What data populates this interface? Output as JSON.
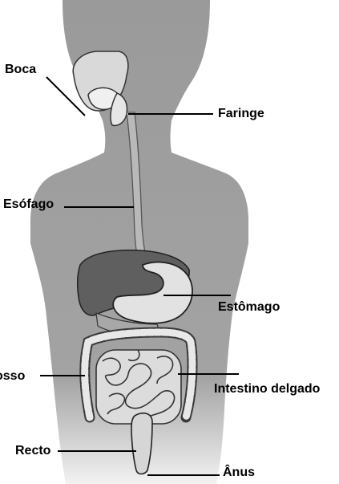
{
  "labels": {
    "boca": "Boca",
    "faringe": "Faringe",
    "esofago": "Esófago",
    "estomago": "Estômago",
    "intestino_grosso": "osso",
    "intestino_delgado": "Intestino delgado",
    "recto": "Recto",
    "anus": "Ânus"
  },
  "colors": {
    "silhouette": "#9a9a9a",
    "organ_fill": "#d9d9d9",
    "organ_dark": "#6e6e6e",
    "line": "#000000"
  }
}
